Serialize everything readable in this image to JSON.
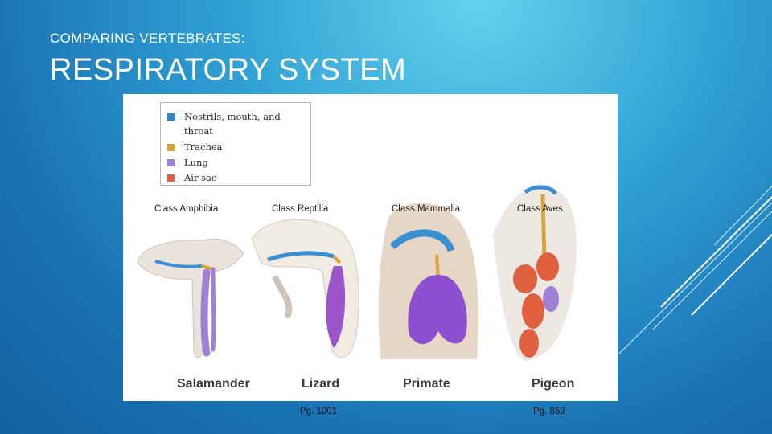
{
  "header": {
    "subtitle": "COMPARING VERTEBRATES:",
    "title": "RESPIRATORY SYSTEM"
  },
  "legend": {
    "items": [
      {
        "label": "Nostrils, mouth, and",
        "color": "#2f86c5"
      },
      {
        "label": "throat",
        "color": ""
      },
      {
        "label": "Trachea",
        "color": "#d9a23a"
      },
      {
        "label": "Lung",
        "color": "#a07fd6"
      },
      {
        "label": "Air sac",
        "color": "#e0603f"
      }
    ]
  },
  "classes": {
    "amphibia": "Class Amphibia",
    "reptilia": "Class Reptilia",
    "mammalia": "Class Mammalia",
    "aves": "Class Aves"
  },
  "animals": {
    "salamander": "Salamander",
    "lizard": "Lizard",
    "primate": "Primate",
    "pigeon": "Pigeon"
  },
  "page_refs": {
    "left": "Pg. 1001",
    "right": "Pg. 863"
  }
}
